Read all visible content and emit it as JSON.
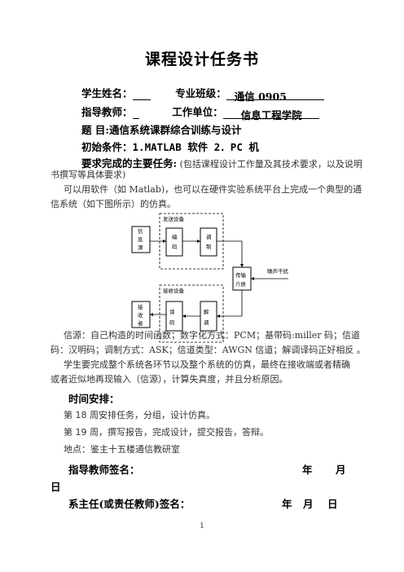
{
  "title": "课程设计任务书",
  "student": {
    "name_label": "学生姓名：",
    "class_label": "专业班级：",
    "class_value": "通信 0905"
  },
  "teacher": {
    "label": "指导教师：",
    "unit_label": "工作单位：",
    "unit_value": "信息工程学院"
  },
  "topic": {
    "label": "题 目:",
    "value": "通信系统课群综合训练与设计"
  },
  "initial": {
    "label": "初始条件：",
    "value": "1.MATLAB 软件 2．PC 机"
  },
  "tasks": {
    "label": "要求完成的主要任务:",
    "note": "(包括课程设计工作量及其技术要求，以及说明",
    "note2": "书撰写等具体要求)"
  },
  "intro": {
    "line1": "可以用软件（如 Matlab)，也可以在硬件实验系统平台上完成一个典型的通",
    "line2": "信系统（如下图所示）的仿真。"
  },
  "diagram": {
    "send_group": "发送设备",
    "recv_group": "接收设备",
    "source": "信息源",
    "encode": "编码",
    "modulate": "调制",
    "channel_1": "传输",
    "channel_2": "介质",
    "noise": "噪声干扰",
    "receiver": "接收者",
    "decode": "译码",
    "demodulate": "解调"
  },
  "desc": {
    "line1": "信源：自己构造的时间函数；数字化方式：PCM；基带码:miller 码；信道",
    "line2": "码：汉明码；调制方式：ASK；信道类型：AWGN 信道；解调译码正好相反 。",
    "line3": "学生要完成整个系统各环节以及整个系统的仿真，最终在接收端或者精确",
    "line4": "或者近似地再现输入（信源），计算失真度，并且分析原因。"
  },
  "schedule": {
    "label": "时间安排：",
    "week18": "第 18 周安排任务，分组，设计仿真。",
    "week19": "第 19 周，撰写报告，完成设计，提交报告，答辩。",
    "place": "地点：鉴主十五楼通信教研室"
  },
  "signatures": {
    "teacher_label": "指导教师签名：",
    "year": "年",
    "month": "月",
    "day": "日",
    "director_label": "系主任(或责任教师)签名："
  },
  "page_number": "1"
}
